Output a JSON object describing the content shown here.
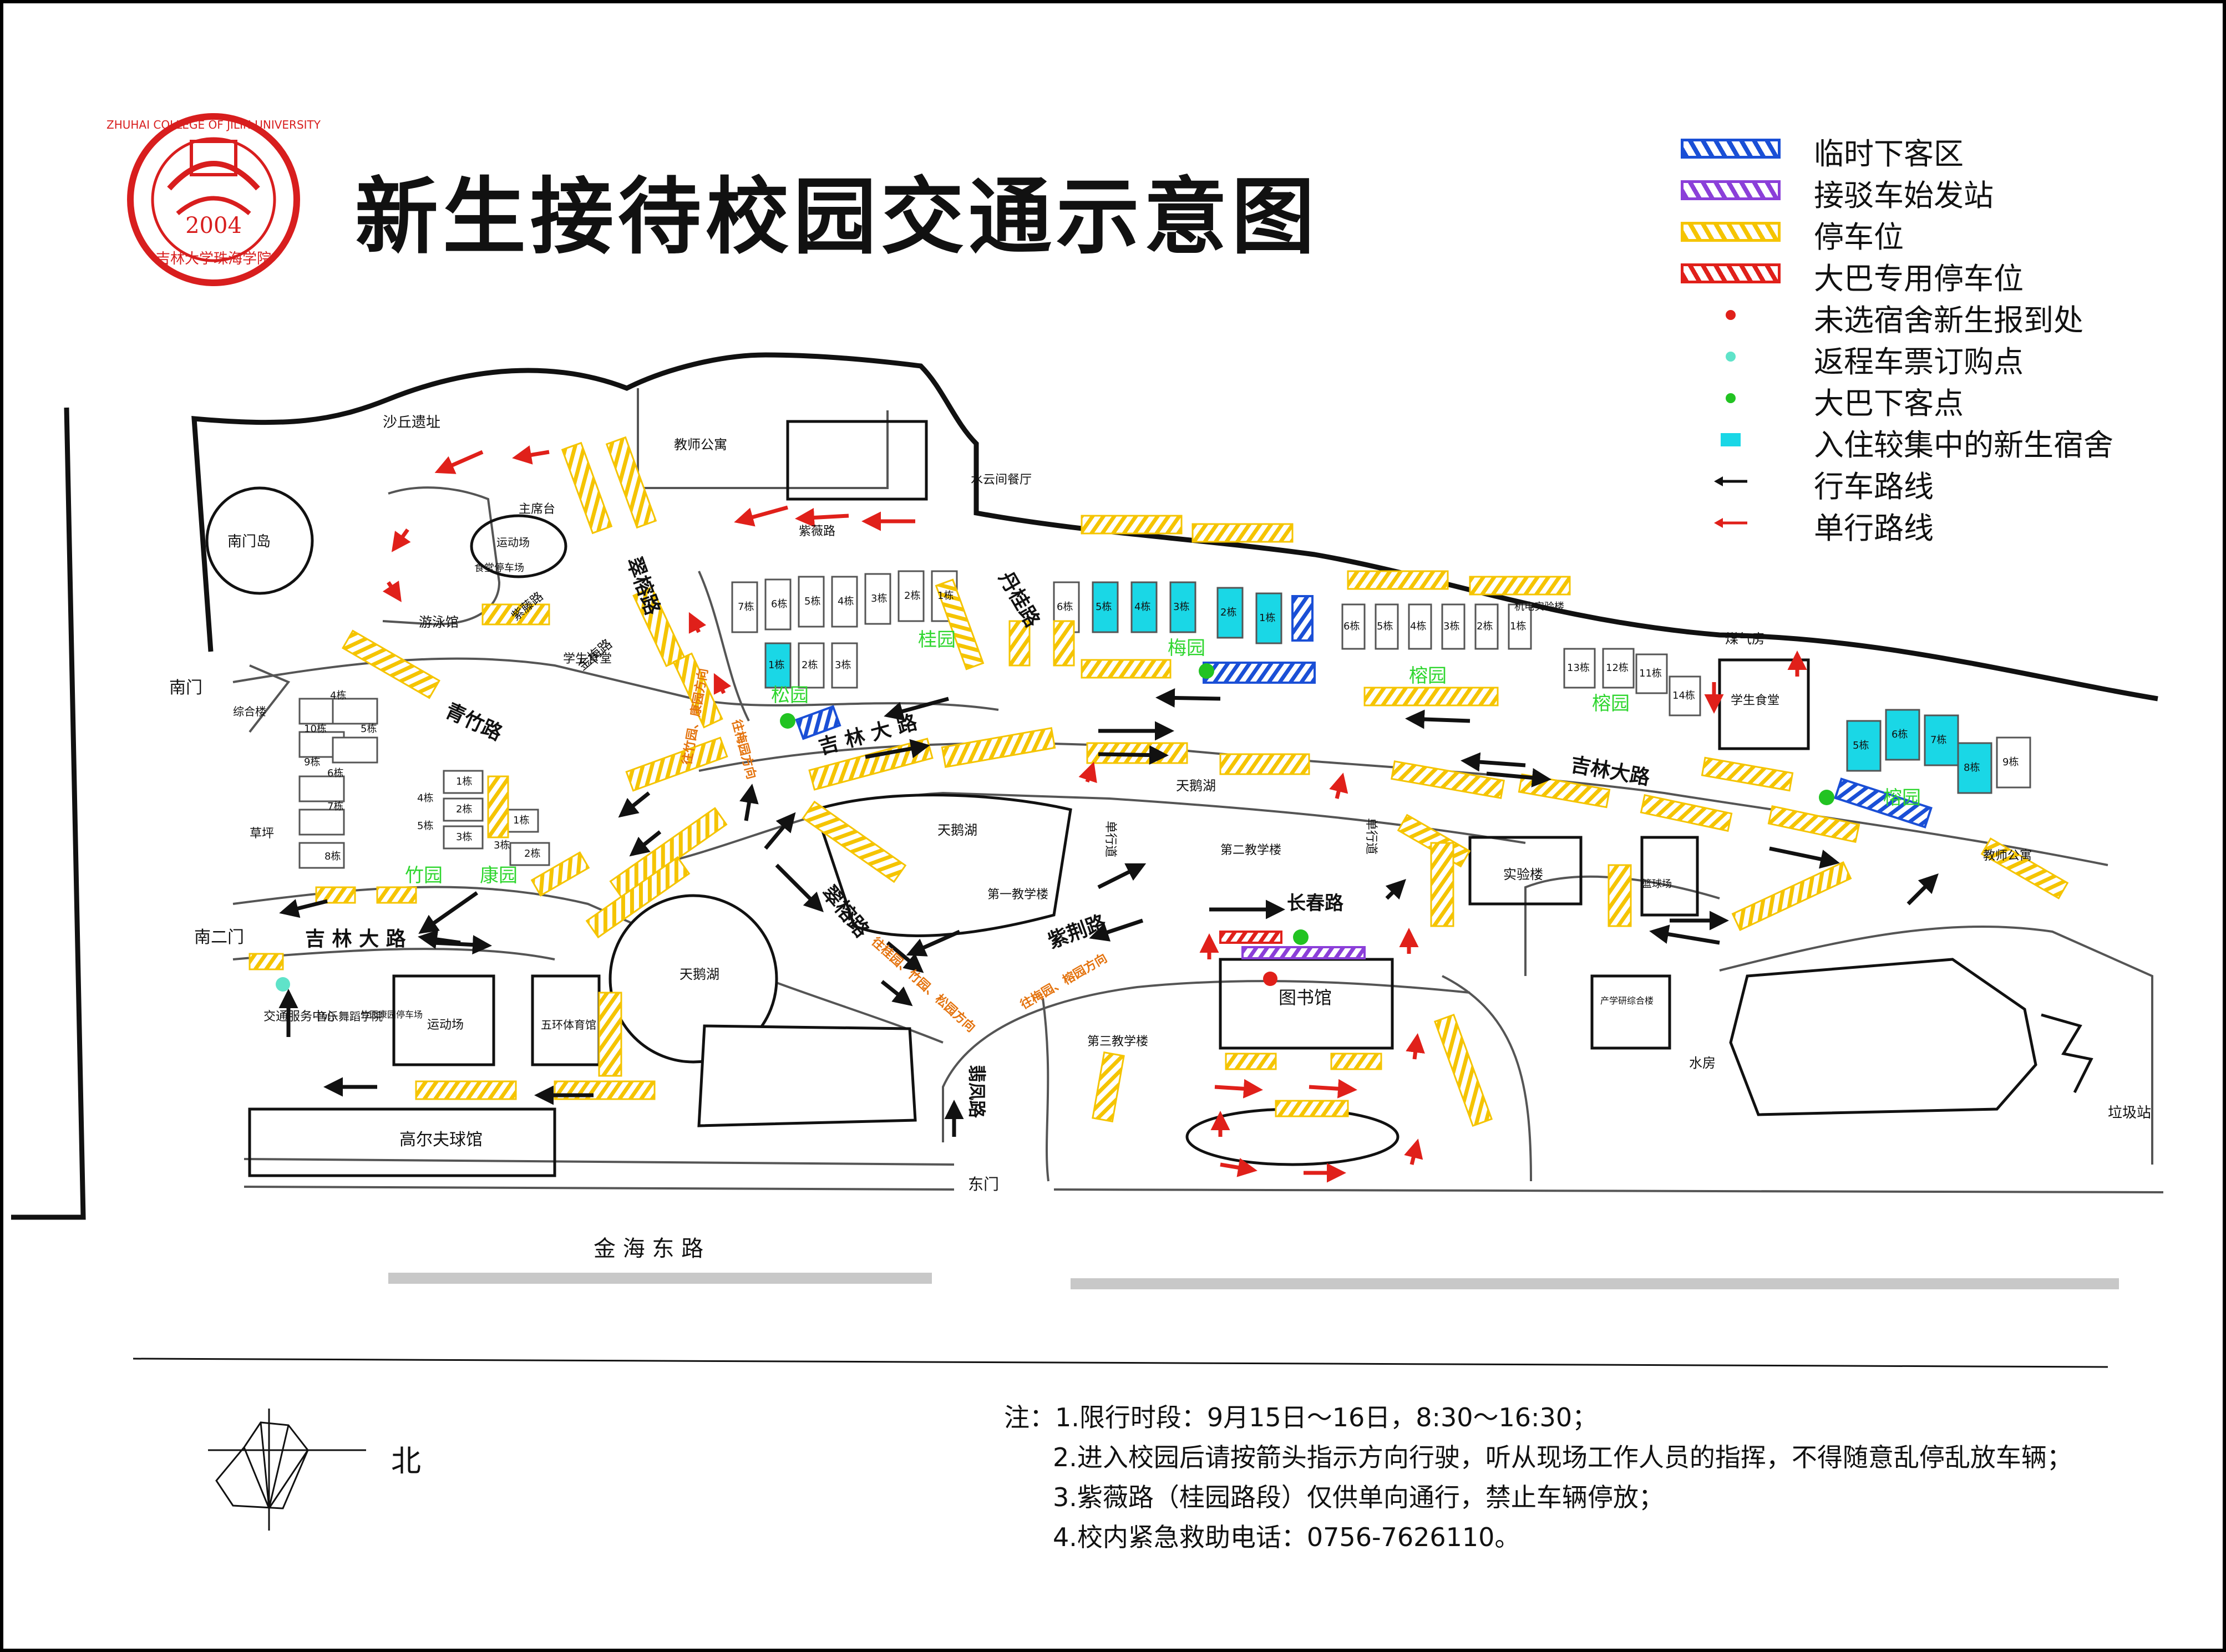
{
  "title": "新生接待校园交通示意图",
  "logo": {
    "ring_text": "ZHUHAI COLLEGE OF JILIN UNIVERSITY",
    "year": "2004",
    "name": "吉林大学珠海学院",
    "color": "#d81e1e"
  },
  "legend": [
    {
      "key": "drop-off",
      "label": "临时下客区",
      "style": "hatch-blue"
    },
    {
      "key": "shuttle",
      "label": "接驳车始发站",
      "style": "hatch-purple"
    },
    {
      "key": "parking",
      "label": "停车位",
      "style": "hatch-yellow"
    },
    {
      "key": "bus-parking",
      "label": "大巴专用停车位",
      "style": "hatch-red"
    },
    {
      "key": "registration",
      "label": "未选宿舍新生报到处",
      "style": "dot",
      "color": "#e0201a"
    },
    {
      "key": "ticket",
      "label": "返程车票订购点",
      "style": "dot",
      "color": "#5fe3c9"
    },
    {
      "key": "bus-stop",
      "label": "大巴下客点",
      "style": "dot",
      "color": "#22c322"
    },
    {
      "key": "dorms",
      "label": "入住较集中的新生宿舍",
      "style": "cyan-rect",
      "color": "#1ad7e6"
    },
    {
      "key": "route",
      "label": "行车路线",
      "style": "arrow",
      "color": "#111111"
    },
    {
      "key": "oneway",
      "label": "单行路线",
      "style": "arrow",
      "color": "#e0201a"
    }
  ],
  "colors": {
    "parking": "#f5c400",
    "dropoff": "#1a4fd6",
    "shuttle": "#8b3fd9",
    "bus": "#e0201a",
    "dorm": "#1ad7e6",
    "zone_green": "#2fd62f",
    "route_orange": "#e4730e",
    "road_gray": "#c8c8c8"
  },
  "map": {
    "places": {
      "sand": "沙丘遗址",
      "nanmen_island": "南门岛",
      "teacher_apt": "教师公寓",
      "shuiyun": "水云间餐厅",
      "zhuxitai": "主席台",
      "sports_field": "运动场",
      "food_parking": "食堂停车场",
      "swim": "游泳馆",
      "student_canteen": "学生食堂",
      "south_gate": "南门",
      "south_gate2": "南二门",
      "grass": "草坪",
      "traffic_center": "交通服务中心",
      "music_college": "音乐舞蹈学院",
      "zhuyuan_park": "竹园康园停车场",
      "sports_field2": "运动场",
      "wuhuan_gym": "五环体育馆",
      "golf": "高尔夫球馆",
      "tianehu1": "天鹅湖",
      "tianehu2": "天鹅湖",
      "tianehu3": "天鹅湖",
      "teach1": "第一教学楼",
      "teach2": "第二教学楼",
      "teach3": "第三教学楼",
      "library": "图书馆",
      "lab": "实验楼",
      "basketball": "篮球场",
      "industry": "产学研综合楼",
      "water": "水房",
      "garbage": "垃圾站",
      "east_gate": "东门",
      "canteen2": "学生食堂",
      "teacher_apt2": "教师公寓",
      "jidian_lab": "机电实验楼",
      "gas": "煤气房",
      "tongxin": "综合楼"
    },
    "roads": {
      "zixue": "紫薇路",
      "cuirong_n": "翠榕路",
      "danggui": "丹桂路",
      "qingzhu": "青竹路",
      "jilin_w": "吉  林  大  路",
      "jilin_mid": "吉   林   大   路",
      "jilin_e": "吉林大路",
      "cuirong_s": "翠榕路",
      "zijing": "紫荆路",
      "changchun": "长春路",
      "fengfeng": "翡凤路",
      "jinmei": "金梅路",
      "ziteng": "紫藤路",
      "jinhai": "金  海  东  路",
      "danxing1": "单行道",
      "danxing2": "单行道"
    },
    "zones": {
      "guiyuan": "桂园",
      "songyuan": "松园",
      "meiyuan": "梅园",
      "rongyuan1": "榕园",
      "rongyuan2": "榕园",
      "rongyuan3": "榕园",
      "zhuyuan": "竹园",
      "kangyuan": "康园"
    },
    "route_labels": {
      "r1": "往梅园方向",
      "r2": "往竹园、康园方向",
      "r3": "往桂园、竹园、松园方向",
      "r4": "往梅园、榕园方向"
    },
    "buildings": {
      "gui": [
        "7栋",
        "6栋",
        "5栋",
        "4栋",
        "3栋",
        "2栋",
        "1栋"
      ],
      "song": [
        "1栋",
        "2栋",
        "3栋"
      ],
      "mei": [
        "6栋",
        "5栋",
        "4栋",
        "3栋",
        "2栋",
        "1栋"
      ],
      "rong_n": [
        "6栋",
        "5栋",
        "4栋",
        "3栋",
        "2栋",
        "1栋"
      ],
      "rong_e": [
        "13栋",
        "12栋",
        "11栋",
        "14栋"
      ],
      "rong_far": [
        "5栋",
        "6栋",
        "7栋",
        "8栋",
        "9栋"
      ],
      "zhu": [
        "4栋",
        "10栋",
        "5栋",
        "6栋",
        "7栋",
        "8栋",
        "9栋"
      ],
      "kang": [
        "1栋",
        "2栋",
        "3栋",
        "4栋",
        "5栋",
        "1栋",
        "2栋",
        "3栋"
      ]
    }
  },
  "north_label": "北",
  "notes": [
    "注：1.限行时段：9月15日～16日，8:30～16:30；",
    "2.进入校园后请按箭头指示方向行驶，听从现场工作人员的指挥，不得随意乱停乱放车辆；",
    "3.紫薇路（桂园路段）仅供单向通行，禁止车辆停放；",
    "4.校内紧急救助电话：0756-7626110。"
  ]
}
